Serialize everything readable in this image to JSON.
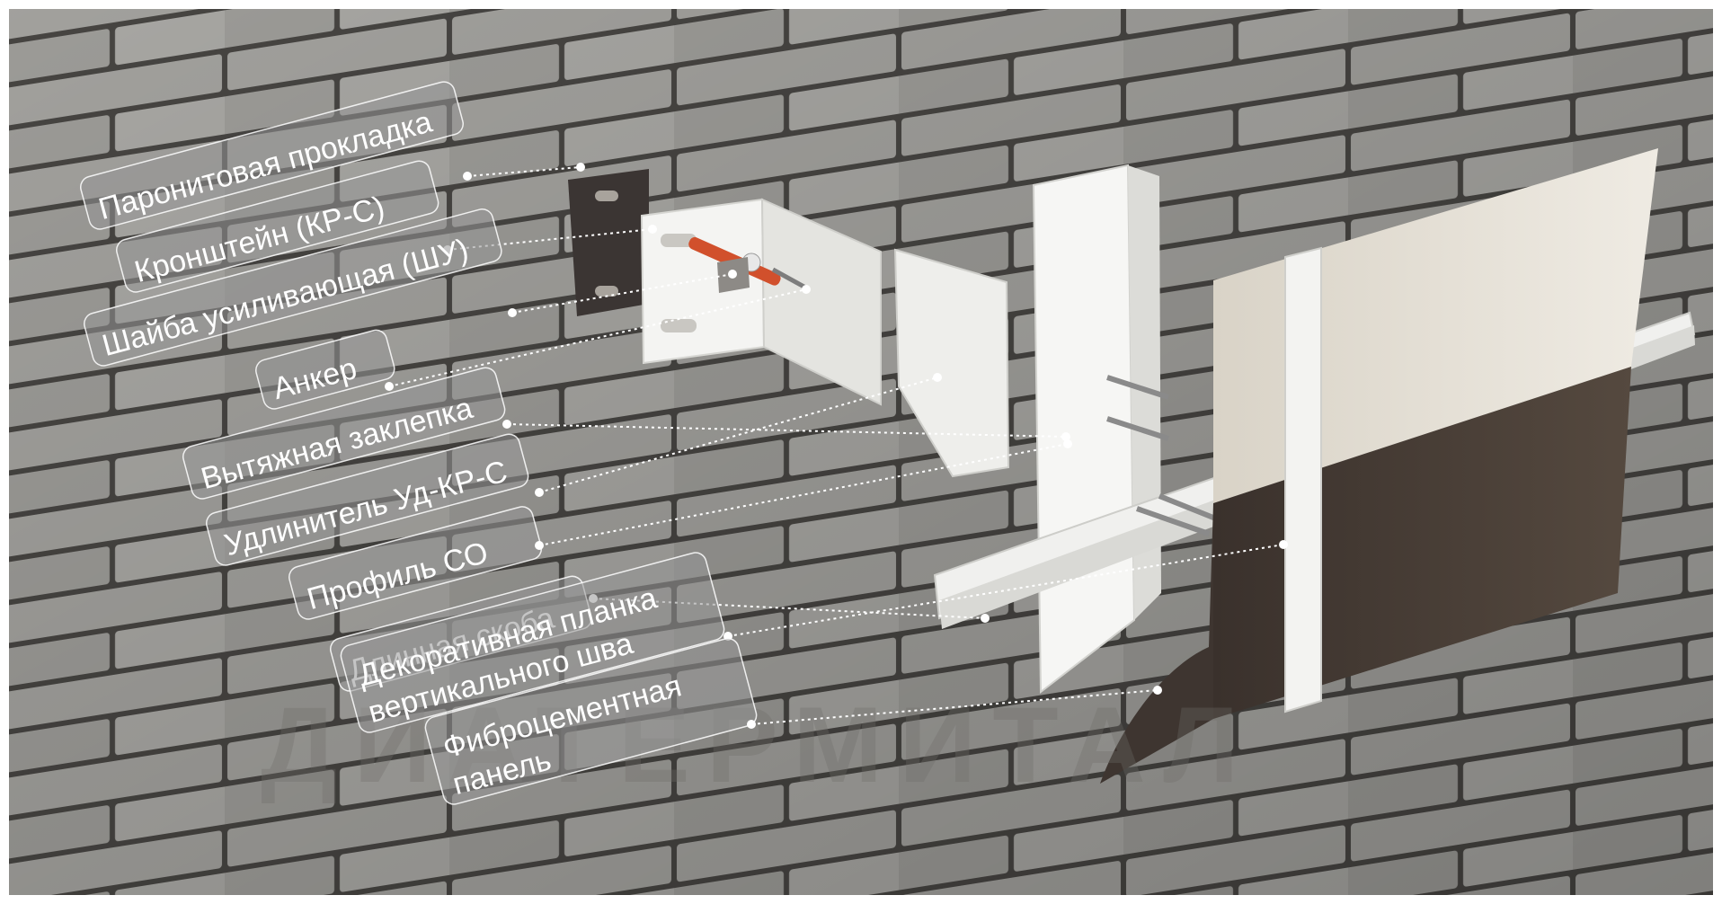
{
  "labels": [
    {
      "id": "paronite",
      "lines": [
        "Паронитовая прокладка"
      ]
    },
    {
      "id": "bracket",
      "lines": [
        "Кронштейн (КР-С)"
      ]
    },
    {
      "id": "washer",
      "lines": [
        "Шайба усиливающая (ШУ)"
      ]
    },
    {
      "id": "anchor",
      "lines": [
        "Анкер"
      ]
    },
    {
      "id": "rivet",
      "lines": [
        "Вытяжная заклепка"
      ]
    },
    {
      "id": "extender",
      "lines": [
        "Удлинитель Уд-КР-С"
      ]
    },
    {
      "id": "profile",
      "lines": [
        "Профиль СО"
      ]
    },
    {
      "id": "clip",
      "lines": [
        "Длинная скоба"
      ]
    },
    {
      "id": "trim",
      "lines": [
        "Декоративная планка",
        "вертикального шва"
      ]
    },
    {
      "id": "panel",
      "lines": [
        "Фиброцементная",
        "панель"
      ]
    }
  ],
  "watermark": "ДИАТЕРМИТАЛ",
  "colors": {
    "brick": "#a9a8a4",
    "mortar": "#4a4845",
    "panel_light": "#e9e4da",
    "panel_dark": "#4a403b",
    "metal": "#f2f2f0",
    "gasket": "#3b3533",
    "anchor": "#d1502c"
  }
}
